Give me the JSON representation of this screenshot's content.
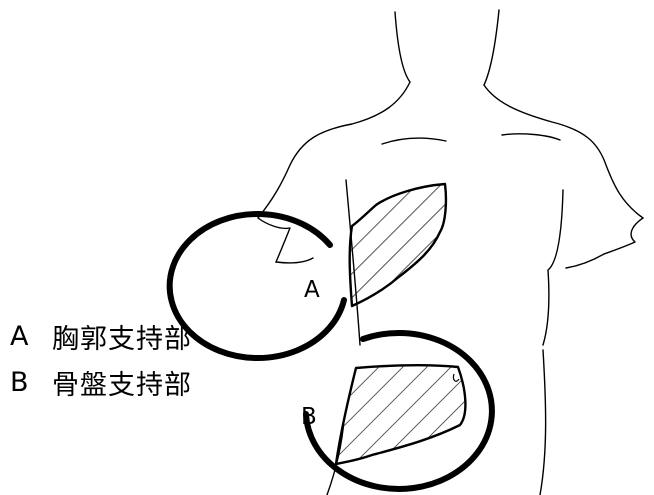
{
  "legend": [
    {
      "key": "A",
      "label": "胸郭支持部"
    },
    {
      "key": "B",
      "label": "骨盤支持部"
    }
  ],
  "markers": {
    "a": "A",
    "b": "B"
  }
}
